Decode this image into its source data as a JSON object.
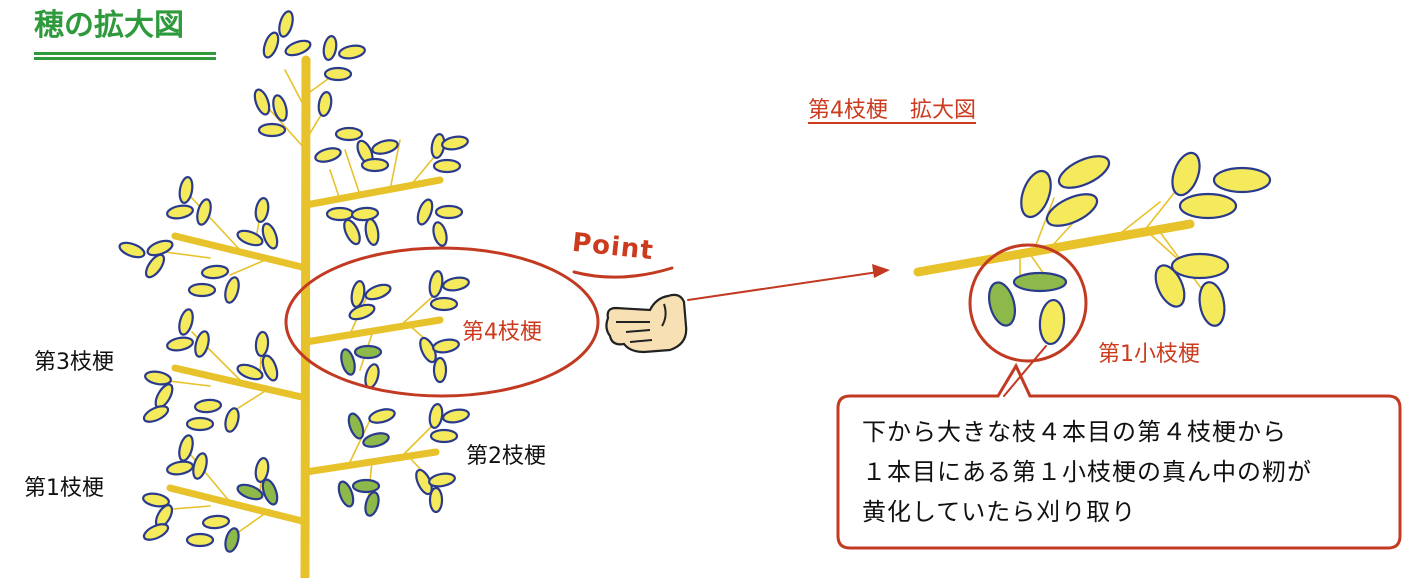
{
  "title": "穂の拡大図",
  "enlarged_heading": "第4枝梗　拡大図",
  "point_label": "Point",
  "labels": {
    "branch3": "第3枝梗",
    "branch1": "第1枝梗",
    "branch2": "第2枝梗",
    "branch4": "第4枝梗",
    "sub_branch1": "第1小枝梗"
  },
  "callout_lines": [
    "下から大きな枝４本目の第４枝梗から",
    "１本目にある第１小枝梗の真ん中の籾が",
    "黄化していたら刈り取り"
  ],
  "colors": {
    "stem": "#e8c22a",
    "grain_yellow": "#f5ea5c",
    "grain_green": "#8db84a",
    "grain_outline": "#2a3a8c",
    "accent_red": "#c23a22",
    "title_green": "#2e9a3c",
    "hand": "#f6e0b4"
  },
  "icons": [
    "pointing-hand-icon",
    "arrow-icon"
  ]
}
